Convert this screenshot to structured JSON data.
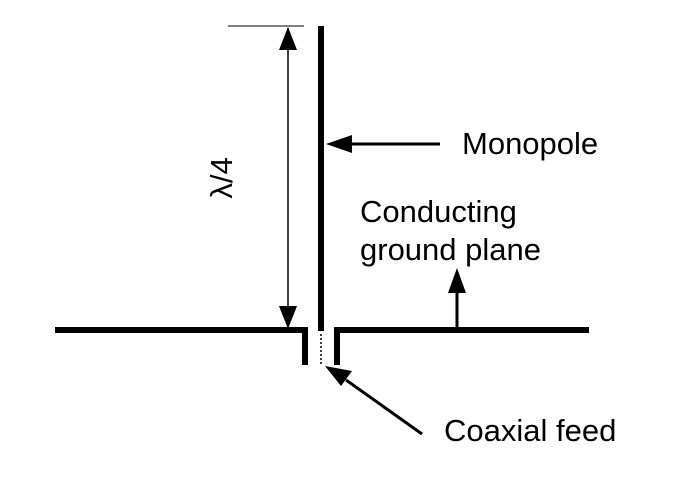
{
  "labels": {
    "monopole": "Monopole",
    "ground_plane_line1": "Conducting",
    "ground_plane_line2": "ground plane",
    "feed": "Coaxial feed",
    "height": "λ/4"
  },
  "colors": {
    "stroke": "#000000",
    "background": "#ffffff"
  }
}
